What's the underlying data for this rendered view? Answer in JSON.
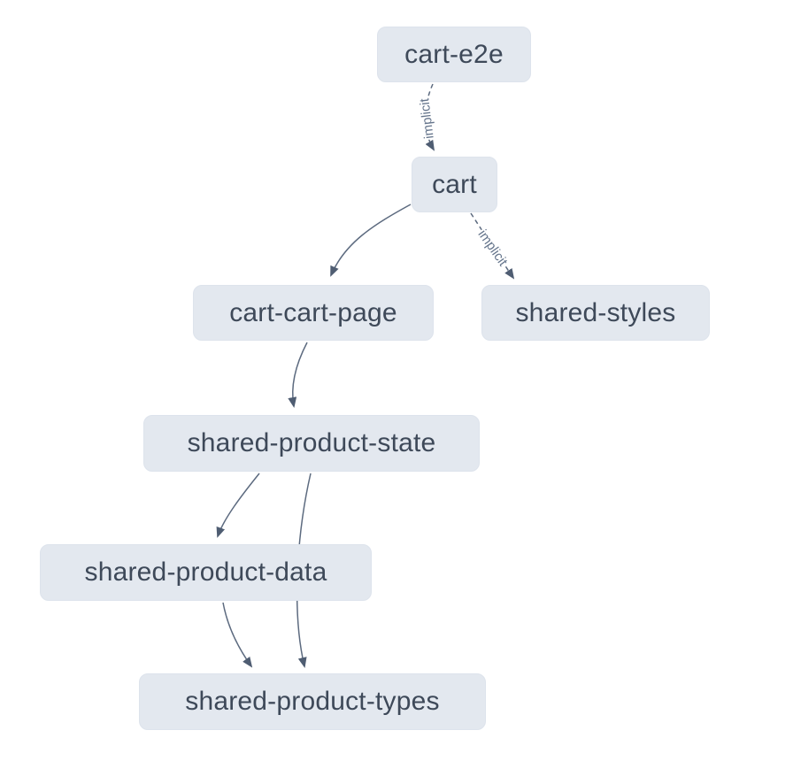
{
  "diagram": {
    "type": "project-dependency-graph",
    "nodes": [
      {
        "id": "cart-e2e",
        "label": "cart-e2e"
      },
      {
        "id": "cart",
        "label": "cart"
      },
      {
        "id": "cart-cart-page",
        "label": "cart-cart-page"
      },
      {
        "id": "shared-styles",
        "label": "shared-styles"
      },
      {
        "id": "shared-product-state",
        "label": "shared-product-state"
      },
      {
        "id": "shared-product-data",
        "label": "shared-product-data"
      },
      {
        "id": "shared-product-types",
        "label": "shared-product-types"
      }
    ],
    "edges": [
      {
        "from": "cart-e2e",
        "to": "cart",
        "type": "implicit",
        "label": "implicit"
      },
      {
        "from": "cart",
        "to": "cart-cart-page",
        "type": "static",
        "label": ""
      },
      {
        "from": "cart",
        "to": "shared-styles",
        "type": "implicit",
        "label": "implicit"
      },
      {
        "from": "cart-cart-page",
        "to": "shared-product-state",
        "type": "static",
        "label": ""
      },
      {
        "from": "shared-product-state",
        "to": "shared-product-data",
        "type": "static",
        "label": ""
      },
      {
        "from": "shared-product-state",
        "to": "shared-product-types",
        "type": "static",
        "label": ""
      },
      {
        "from": "shared-product-data",
        "to": "shared-product-types",
        "type": "static",
        "label": ""
      }
    ],
    "colors": {
      "background": "#ffffff",
      "node_fill": "#e3e8ef",
      "node_text": "#3e4959",
      "edge_stroke": "#5c6a7f",
      "edge_label_text": "#64748b"
    }
  }
}
